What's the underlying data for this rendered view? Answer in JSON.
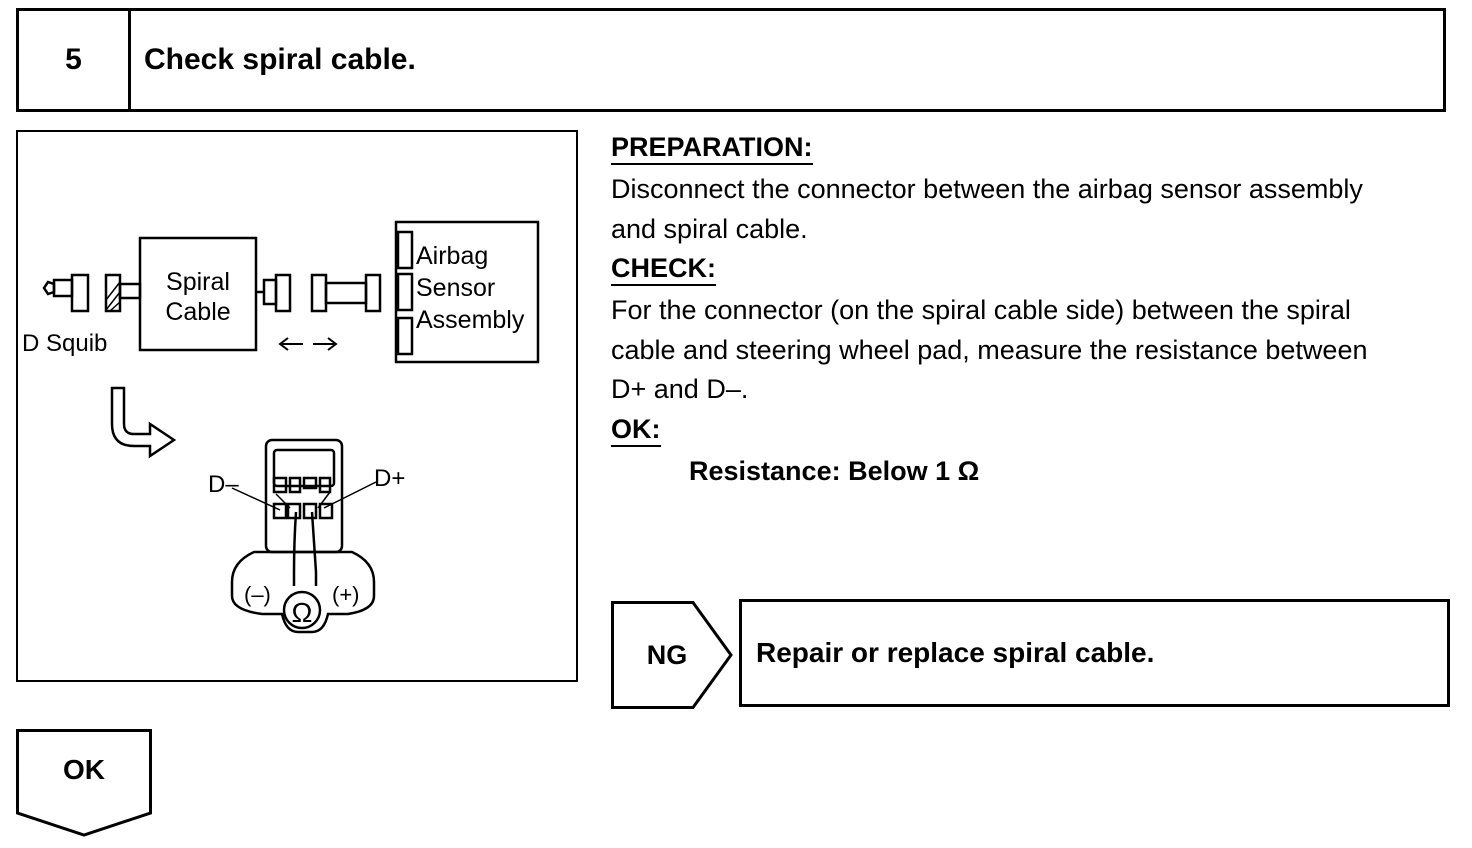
{
  "step": {
    "number": "5",
    "title": "Check spiral cable."
  },
  "figure": {
    "spiral_cable_line1": "Spiral",
    "spiral_cable_line2": "Cable",
    "d_squib": "D Squib",
    "airbag_line1": "Airbag",
    "airbag_line2": "Sensor",
    "airbag_line3": "Assembly",
    "d_minus": "D–",
    "d_plus": "D+",
    "neg_probe": "(–)",
    "pos_probe": "(+)",
    "ohm": "Ω"
  },
  "preparation": {
    "label": "PREPARATION:",
    "line1": "Disconnect the connector between the airbag sensor assembly",
    "line2": "and spiral cable."
  },
  "check": {
    "label": "CHECK:",
    "line1": "For the connector (on the spiral cable side) between the spiral",
    "line2": "cable and steering wheel pad, measure the resistance between",
    "line3": "D+ and D–."
  },
  "ok": {
    "label": "OK:",
    "spec": "Resistance: Below 1 Ω"
  },
  "ng": {
    "tag": "NG",
    "action": "Repair or replace spiral cable."
  },
  "ok_tag": "OK"
}
